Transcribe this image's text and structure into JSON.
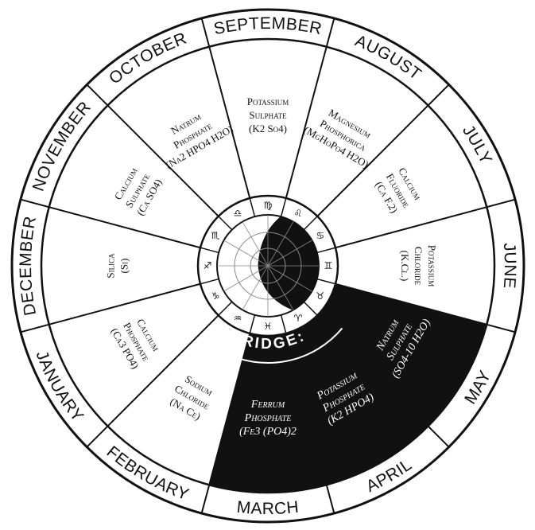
{
  "months": [
    "SEPTEMBER",
    "AUGUST",
    "JULY",
    "JUNE",
    "MAY",
    "APRIL",
    "MARCH",
    "FEBRUARY",
    "JANUARY",
    "DECEMBER",
    "NOVEMBER",
    "OCTOBER"
  ],
  "salts": [
    {
      "lines": [
        "Potassium",
        "Sulphate",
        "(K2 So4)"
      ],
      "dark": false
    },
    {
      "lines": [
        "Magnesium",
        "Phosphorica",
        "(MgHoPo4 H2O)"
      ],
      "dark": false
    },
    {
      "lines": [
        "Calcium",
        "Fluoride",
        "(Ca F.2)"
      ],
      "dark": false
    },
    {
      "lines": [
        "Potassium",
        "Chloride",
        "(K.Cl.)"
      ],
      "dark": false
    },
    {
      "lines": [
        "Natrum",
        "Sulphate",
        "(SO4-10 H2O)"
      ],
      "dark": true
    },
    {
      "lines": [
        "Potassium",
        "Phosphate",
        "(K2 HPO4)"
      ],
      "dark": true
    },
    {
      "lines": [
        "Ferrum",
        "Phosphate",
        "(Fe3 (PO4)2"
      ],
      "dark": true
    },
    {
      "lines": [
        "Sodium",
        "Chloride",
        "(Na Ce)"
      ],
      "dark": false
    },
    {
      "lines": [
        "Calcium",
        "Phosphate",
        "(Ca3 PO4)"
      ],
      "dark": false
    },
    {
      "lines": [
        "Silica",
        "(Si)"
      ],
      "dark": false
    },
    {
      "lines": [
        "Calcium",
        "Sulphate",
        "(Ca SO4)"
      ],
      "dark": false
    },
    {
      "lines": [
        "Natrum",
        "Phosphate",
        "(Na2 HPO4 H2O)"
      ],
      "dark": false
    }
  ],
  "signs": [
    "♍",
    "♌",
    "♋",
    "♊",
    "♉",
    "♈",
    "♓",
    "♒",
    "♑",
    "♐",
    "♏",
    "♎"
  ],
  "bridge_label": "BRIDGE:",
  "colors": {
    "ink": "#111111",
    "paper": "#ffffff"
  }
}
